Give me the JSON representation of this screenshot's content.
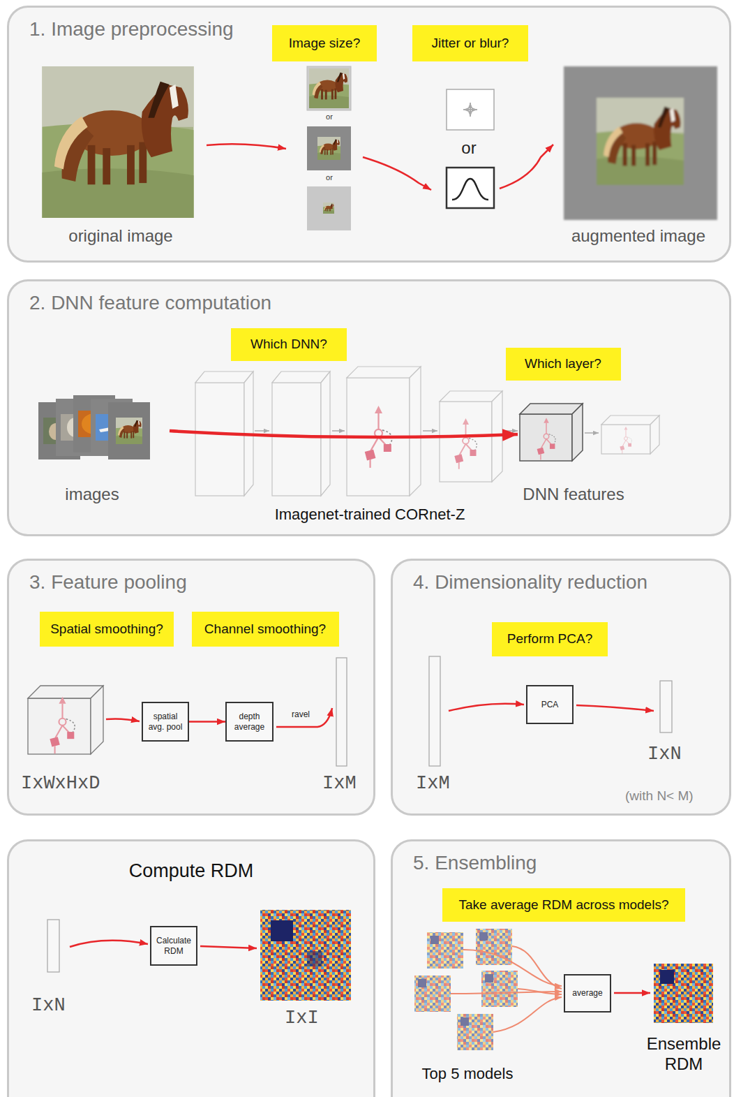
{
  "diagram": {
    "nodes": [
      {
        "text": [
          "1. Image preprocessing"
        ]
      },
      {
        "text": [
          "Image size?"
        ],
        "in": 0
      },
      {
        "text": [
          "Jitter or blur?"
        ],
        "in": 0
      },
      {
        "text": [
          "2. DNN feature computation"
        ]
      },
      {
        "text": [
          "Which DNN?"
        ],
        "in": 3
      },
      {
        "text": [
          "Which layer?"
        ],
        "in": 3
      },
      {
        "text": [
          "3. Feature pooling"
        ]
      },
      {
        "text": [
          "Spatial smoothing?"
        ],
        "in": 6
      },
      {
        "text": [
          "Channel smoothing?"
        ],
        "in": 6
      },
      {
        "text": [
          "spatial avg. pool"
        ],
        "in": 6
      },
      {
        "text": [
          "depth average"
        ],
        "in": 6
      },
      {
        "text": [
          "4. Dimensionality reduction"
        ]
      },
      {
        "text": [
          "Perform PCA?"
        ],
        "in": 11
      },
      {
        "text": [
          "PCA"
        ],
        "in": 11
      },
      {
        "text": [
          "Compute RDM"
        ]
      },
      {
        "text": [
          "Calculate RDM"
        ],
        "in": 14
      },
      {
        "text": [
          "5. Ensembling"
        ]
      },
      {
        "text": [
          "Take average RDM across models?"
        ],
        "in": 16
      },
      {
        "text": [
          "average"
        ],
        "in": 16
      }
    ],
    "edges": [
      {
        "from": 9,
        "to": 10,
        "arrow": "to"
      }
    ],
    "labels": [
      "original image",
      "or",
      "or",
      "or",
      "augmented image",
      "images",
      "Imagenet-trained CORnet-Z",
      "DNN features",
      "IxWxHxD",
      "ravel",
      "IxM",
      "IxM",
      "IxN",
      "(with N< M)",
      "IxN",
      "IxI",
      "Top 5 models",
      "Ensemble RDM"
    ]
  }
}
